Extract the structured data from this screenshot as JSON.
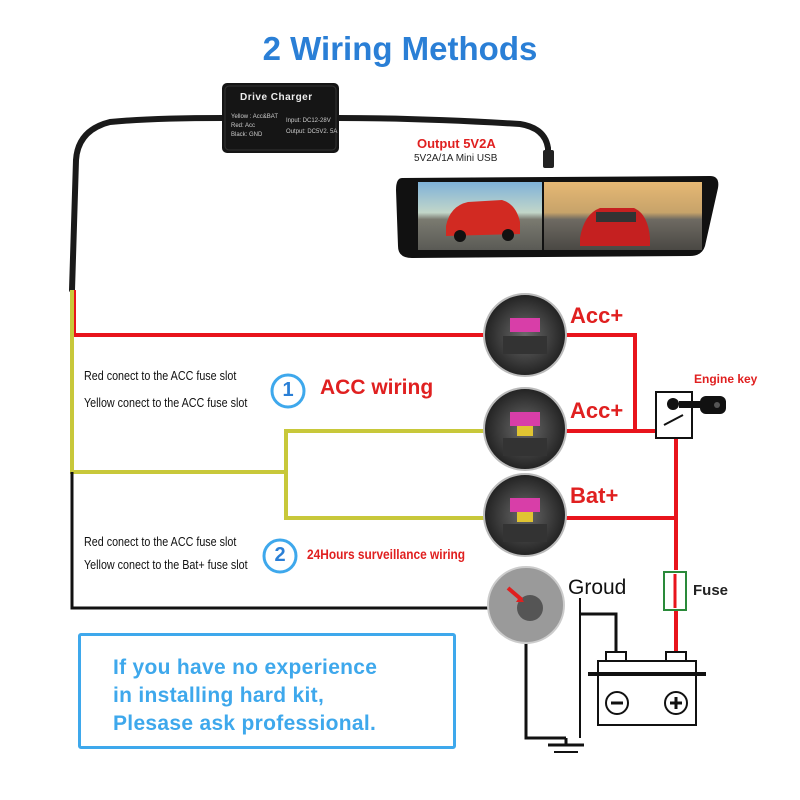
{
  "title": "2 Wiring Methods",
  "drive_charger": {
    "name": "Drive Charger",
    "spec_left_1": "Yellow : Acc&BAT",
    "spec_left_2": "Red: Acc",
    "spec_left_3": "Black: GND",
    "spec_right_1": "Input: DC12-28V",
    "spec_right_2": "Output: DC5V2. 5A"
  },
  "output": {
    "title": "Output 5V2A",
    "subtitle": "5V2A/1A Mini USB"
  },
  "fuse_slots": [
    {
      "label": "Acc+"
    },
    {
      "label": "Acc+"
    },
    {
      "label": "Bat+"
    }
  ],
  "engine_key_label": "Engine key",
  "fuse_label": "Fuse",
  "ground_label": "Groud",
  "methods": [
    {
      "number": "1",
      "label": "ACC wiring",
      "instructions": [
        "Red conect to the ACC fuse slot",
        "Yellow conect to the ACC fuse slot"
      ]
    },
    {
      "number": "2",
      "label": "24Hours surveillance wiring",
      "instructions": [
        "Red conect to the ACC fuse slot",
        "Yellow conect to the Bat+ fuse slot"
      ]
    }
  ],
  "battery": {
    "minus": "⊖",
    "plus": "⊕"
  },
  "notice": [
    "If you have no experience",
    "in installing hard kit,",
    "Plesase ask professional."
  ],
  "colors": {
    "title_blue": "#2a7fd6",
    "notice_blue": "#3ea8ec",
    "red_wire": "#e8141c",
    "yellow_wire": "#c8c83a",
    "black_wire": "#111111"
  }
}
